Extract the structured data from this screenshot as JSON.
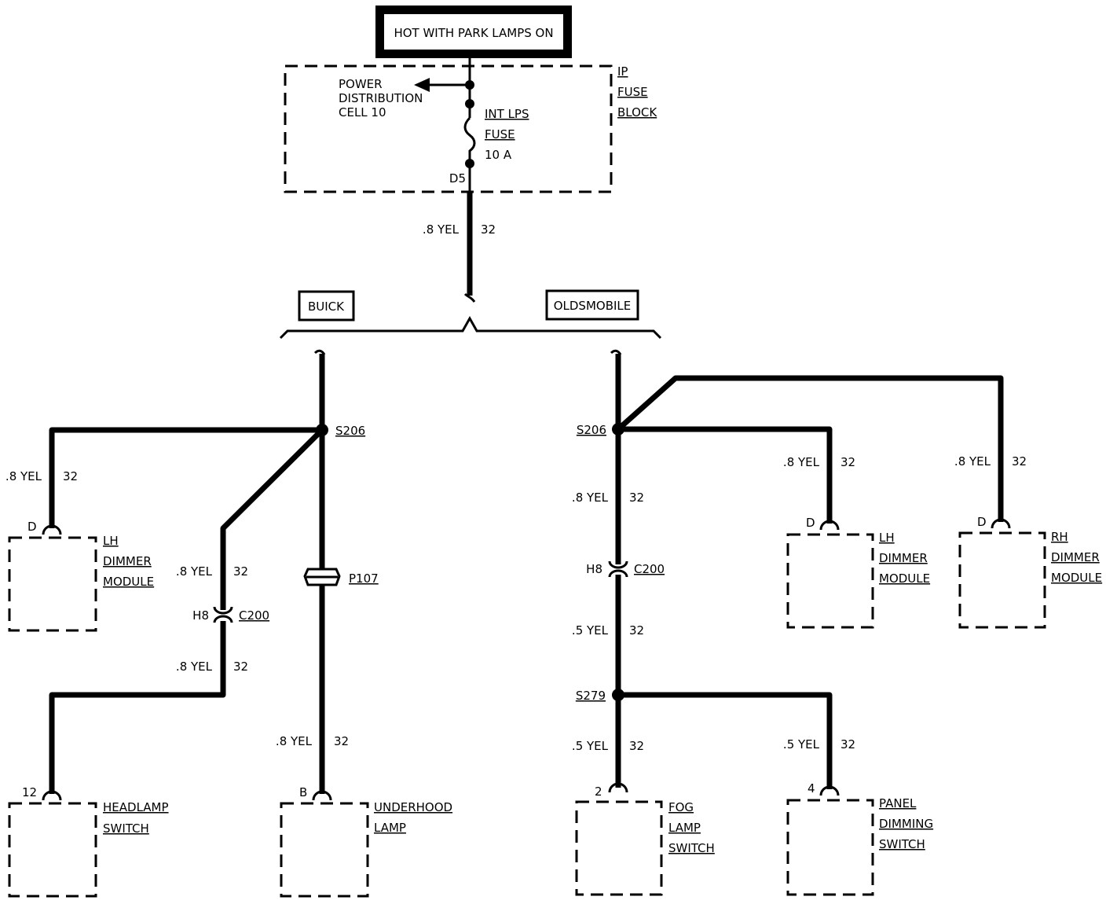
{
  "header": {
    "title": "HOT WITH PARK LAMPS ON"
  },
  "fuse_block": {
    "name_lines": [
      "IP",
      "FUSE",
      "BLOCK"
    ],
    "power_dist_lines": [
      "POWER",
      "DISTRIBUTION",
      "CELL 10"
    ],
    "fuse_lines": [
      "INT LPS",
      "FUSE",
      "10 A"
    ],
    "terminal": "D5"
  },
  "feed_wire": {
    "gauge": ".8 YEL",
    "circuit": "32"
  },
  "variants": {
    "left": "BUICK",
    "right": "OLDSMOBILE"
  },
  "buick": {
    "splice": "S206",
    "branch_lh": {
      "gauge": ".8 YEL",
      "circuit": "32"
    },
    "branch_diag": {
      "gauge": ".8 YEL",
      "circuit": "32"
    },
    "connector_c200": {
      "pin": "H8",
      "name": "C200"
    },
    "after_c200": {
      "gauge": ".8 YEL",
      "circuit": "32"
    },
    "connector_p107": "P107",
    "branch_underhood": {
      "gauge": ".8 YEL",
      "circuit": "32"
    },
    "lh_dimmer": {
      "pin": "D",
      "lines": [
        "LH",
        "DIMMER",
        "MODULE"
      ]
    },
    "headlamp_switch": {
      "pin": "12",
      "lines": [
        "HEADLAMP",
        "SWITCH"
      ]
    },
    "underhood_lamp": {
      "pin": "B",
      "lines": [
        "UNDERHOOD",
        "LAMP"
      ]
    }
  },
  "olds": {
    "splice": "S206",
    "main_wire": {
      "gauge": ".8 YEL",
      "circuit": "32"
    },
    "connector_c200": {
      "pin": "H8",
      "name": "C200"
    },
    "after_c200": {
      "gauge": ".5 YEL",
      "circuit": "32"
    },
    "splice2": "S279",
    "fog_wire": {
      "gauge": ".5 YEL",
      "circuit": "32"
    },
    "panel_wire": {
      "gauge": ".5 YEL",
      "circuit": "32"
    },
    "lh_wire": {
      "gauge": ".8 YEL",
      "circuit": "32"
    },
    "rh_wire": {
      "gauge": ".8 YEL",
      "circuit": "32"
    },
    "lh_dimmer": {
      "pin": "D",
      "lines": [
        "LH",
        "DIMMER",
        "MODULE"
      ]
    },
    "rh_dimmer": {
      "pin": "D",
      "lines": [
        "RH",
        "DIMMER",
        "MODULE"
      ]
    },
    "fog_switch": {
      "pin": "2",
      "lines": [
        "FOG",
        "LAMP",
        "SWITCH"
      ]
    },
    "panel_switch": {
      "pin": "4",
      "lines": [
        "PANEL",
        "DIMMING",
        "SWITCH"
      ]
    }
  }
}
